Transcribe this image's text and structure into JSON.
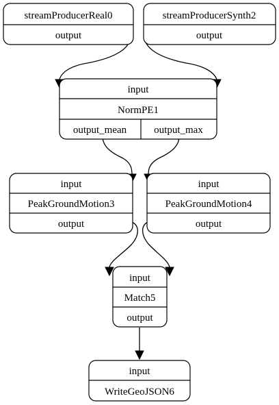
{
  "nodes": {
    "producer_real": {
      "name": "streamProducerReal0",
      "output": "output"
    },
    "producer_synth": {
      "name": "streamProducerSynth2",
      "output": "output"
    },
    "normpe": {
      "input": "input",
      "name": "NormPE1",
      "output_mean": "output_mean",
      "output_max": "output_max"
    },
    "pgm3": {
      "input": "input",
      "name": "PeakGroundMotion3",
      "output": "output"
    },
    "pgm4": {
      "input": "input",
      "name": "PeakGroundMotion4",
      "output": "output"
    },
    "match": {
      "input": "input",
      "name": "Match5",
      "output": "output"
    },
    "writer": {
      "input": "input",
      "name": "WriteGeoJSON6"
    }
  },
  "edges": [
    {
      "from": "streamProducerReal0.output",
      "to": "NormPE1.input"
    },
    {
      "from": "streamProducerSynth2.output",
      "to": "NormPE1.input"
    },
    {
      "from": "NormPE1.output_mean",
      "to": "PeakGroundMotion3.input"
    },
    {
      "from": "NormPE1.output_max",
      "to": "PeakGroundMotion4.input"
    },
    {
      "from": "PeakGroundMotion3.output",
      "to": "Match5.input"
    },
    {
      "from": "PeakGroundMotion4.output",
      "to": "Match5.input"
    },
    {
      "from": "Match5.output",
      "to": "WriteGeoJSON6.input"
    }
  ],
  "colors": {
    "stroke": "#000000",
    "fill": "#ffffff"
  }
}
